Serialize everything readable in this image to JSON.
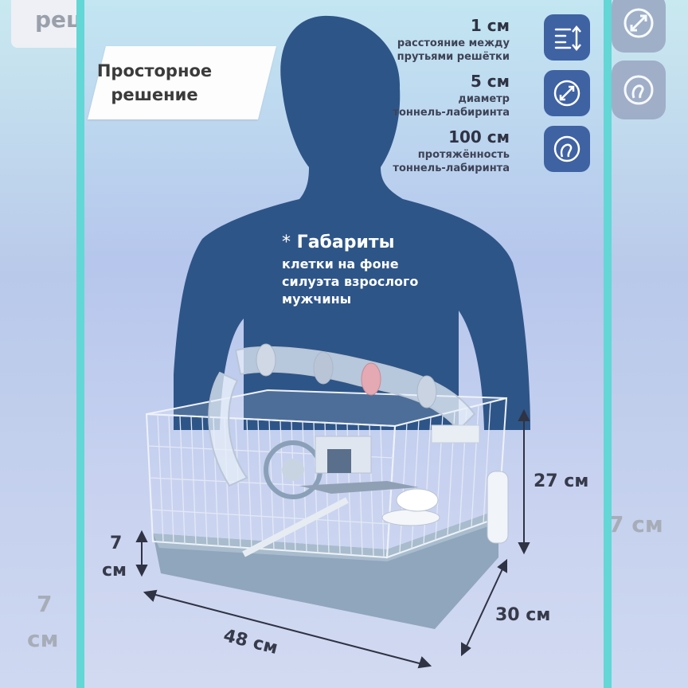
{
  "side": {
    "left_top_text": "реш",
    "left_bottom_value": "7",
    "left_bottom_unit": "см",
    "right_dim": "7 см",
    "icons": [
      "diameter-icon",
      "tunnel-icon"
    ]
  },
  "badge": {
    "line1": "Просторное",
    "line2": "решение"
  },
  "specs": [
    {
      "value": "1 см",
      "desc1": "расстояние между",
      "desc2": "прутьями решётки",
      "icon": "bar-spacing-icon"
    },
    {
      "value": "5 см",
      "desc1": "диаметр",
      "desc2": "тоннель-лабиринта",
      "icon": "diameter-icon"
    },
    {
      "value": "100 см",
      "desc1": "протяжённость",
      "desc2": "тоннель-лабиринта",
      "icon": "tunnel-icon"
    }
  ],
  "note": {
    "star": "*",
    "title": "Габариты",
    "line1": "клетки на фоне",
    "line2": "силуэта взрослого",
    "line3": "мужчины"
  },
  "dimensions": {
    "height": "27 см",
    "depth": "30 см",
    "width": "48 см",
    "base_value": "7",
    "base_unit": "см"
  },
  "colors": {
    "silhouette": "#2e5588",
    "icon_bg": "#3f62a3",
    "cage_tray": "#8fa6bc",
    "frame_edge": "#63d6d6"
  }
}
